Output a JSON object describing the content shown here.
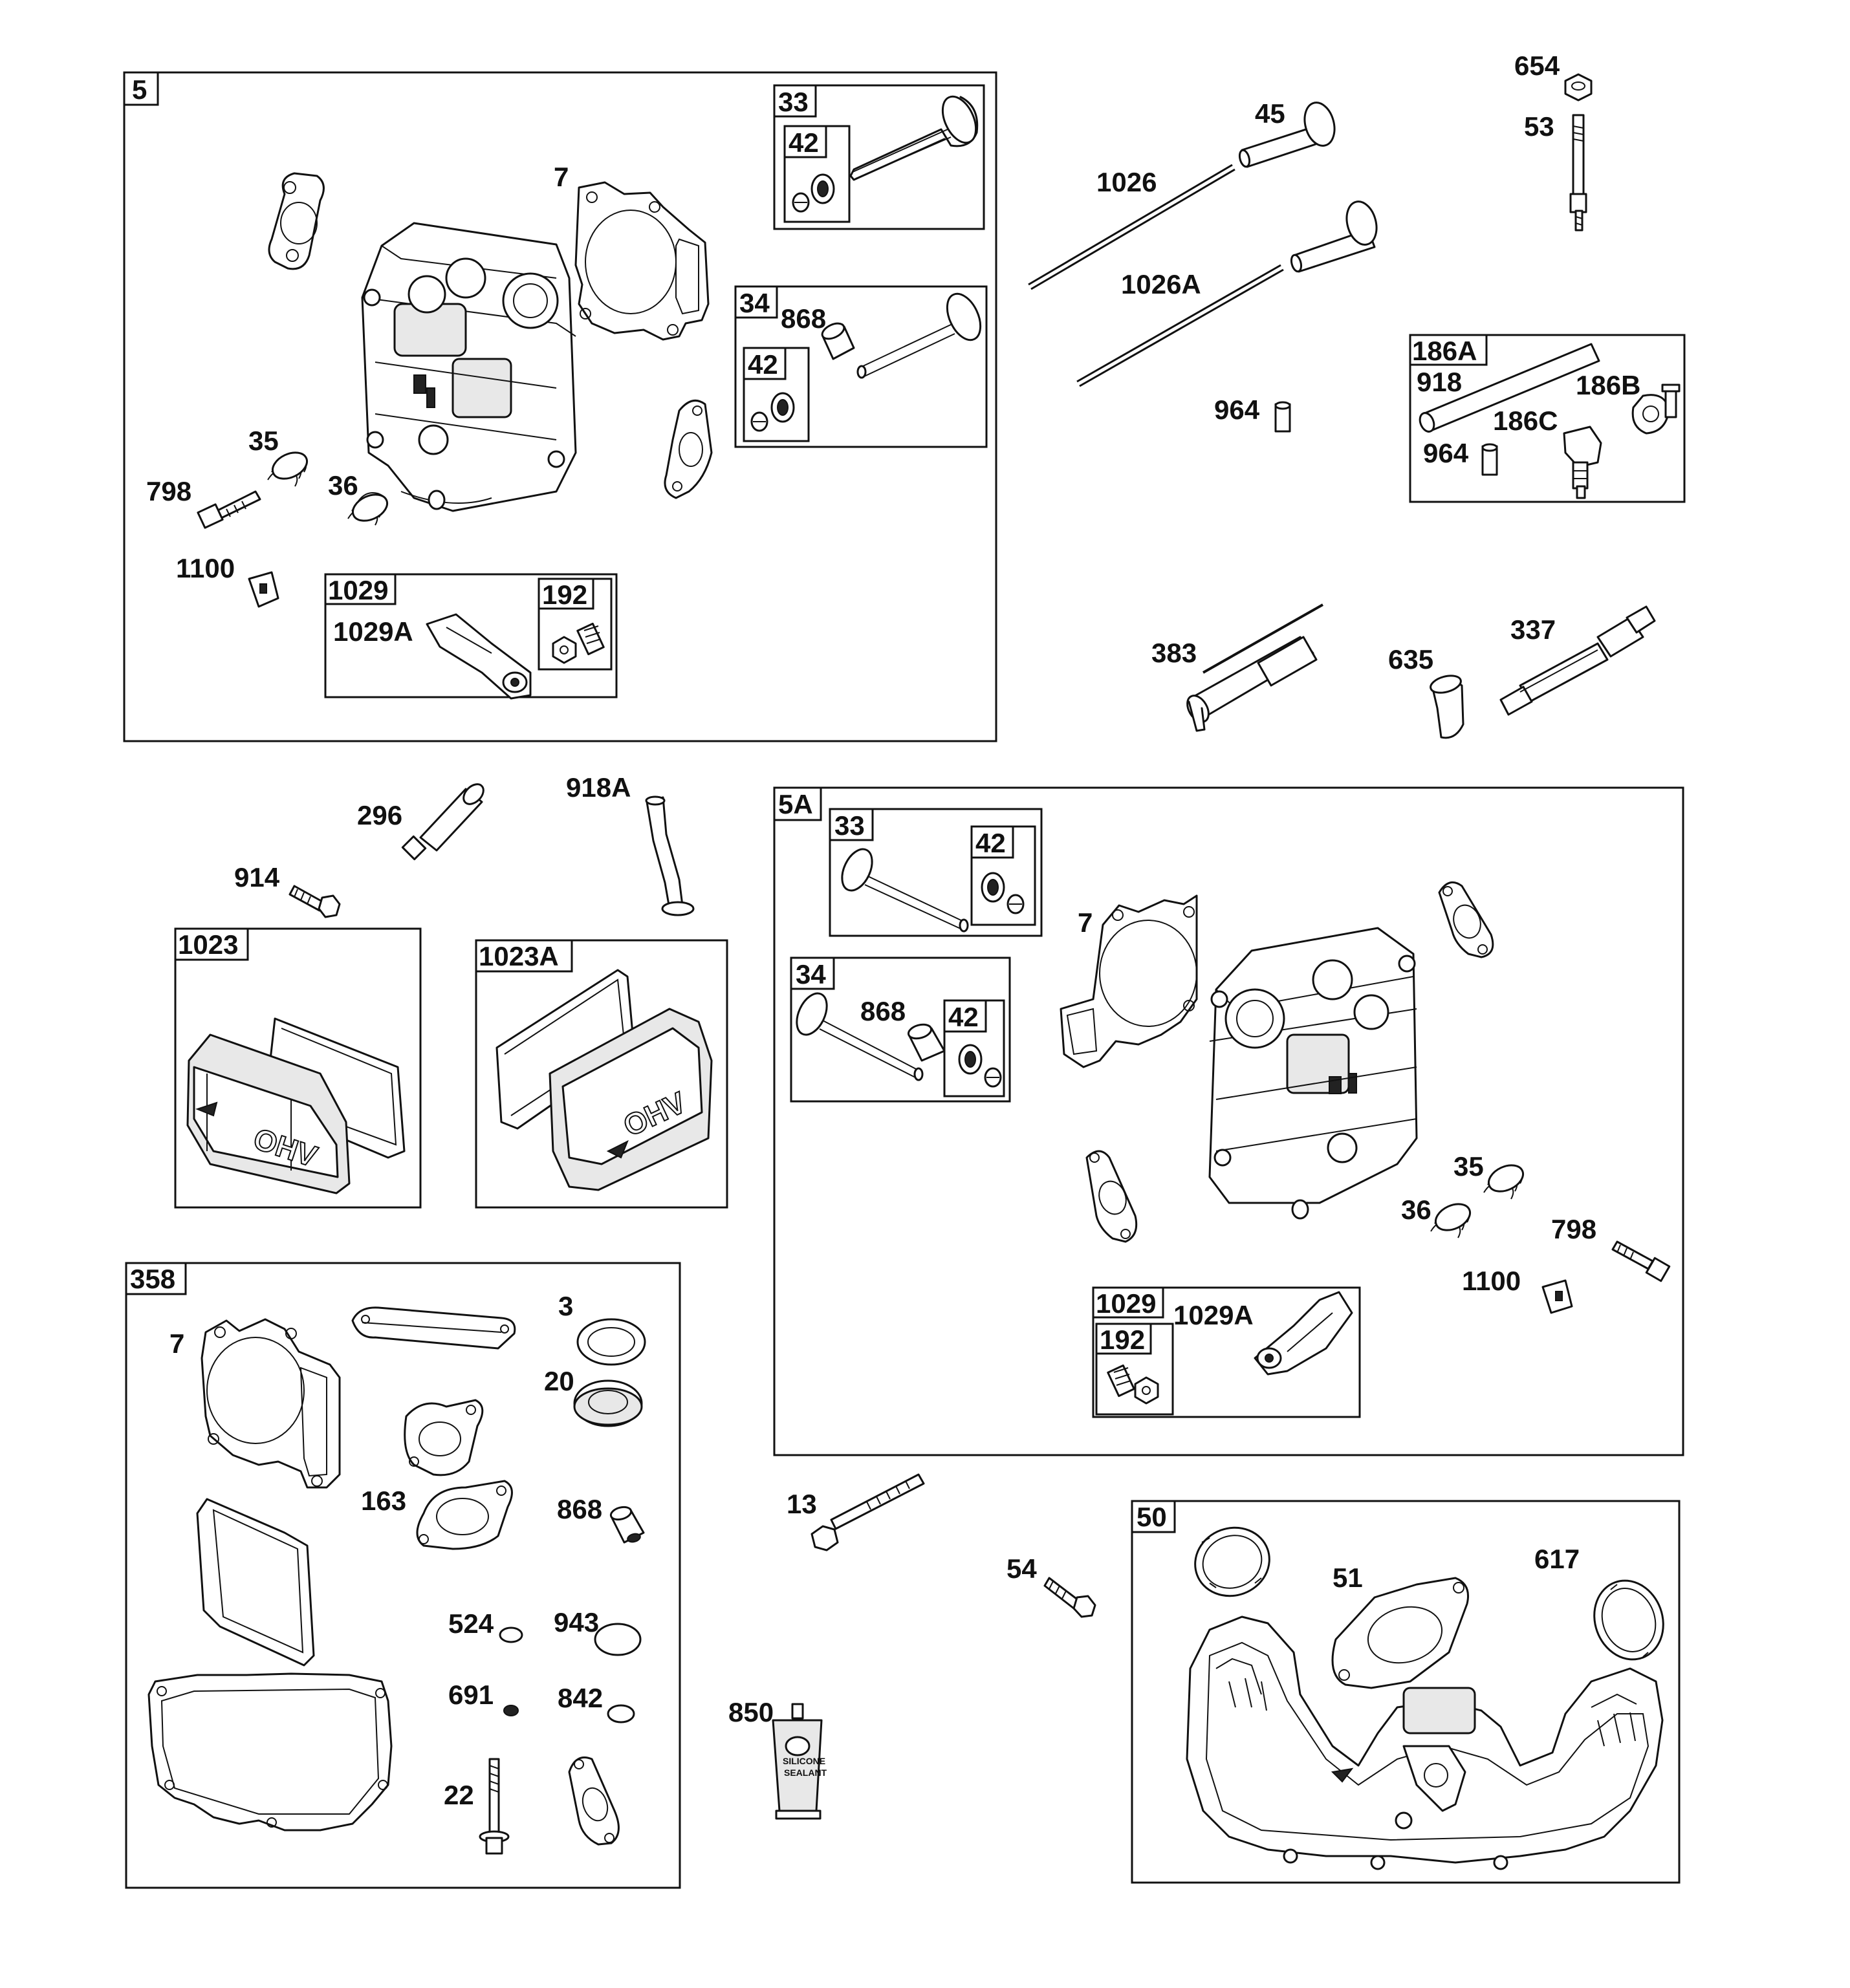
{
  "groups": [
    {
      "id": "5",
      "label": "5"
    },
    {
      "id": "33-top",
      "label": "33"
    },
    {
      "id": "42-a",
      "label": "42"
    },
    {
      "id": "34-top",
      "label": "34"
    },
    {
      "id": "42-b",
      "label": "42"
    },
    {
      "id": "1029-top",
      "label": "1029"
    },
    {
      "id": "192-top",
      "label": "192"
    },
    {
      "id": "186A",
      "label": "186A"
    },
    {
      "id": "5A",
      "label": "5A"
    },
    {
      "id": "33-mid",
      "label": "33"
    },
    {
      "id": "42-c",
      "label": "42"
    },
    {
      "id": "34-mid",
      "label": "34"
    },
    {
      "id": "42-d",
      "label": "42"
    },
    {
      "id": "1029-mid",
      "label": "1029"
    },
    {
      "id": "192-mid",
      "label": "192"
    },
    {
      "id": "1023",
      "label": "1023"
    },
    {
      "id": "1023A",
      "label": "1023A"
    },
    {
      "id": "358",
      "label": "358"
    },
    {
      "id": "50",
      "label": "50"
    }
  ],
  "callouts": {
    "p7a": "7",
    "p35a": "35",
    "p36a": "36",
    "p798a": "798",
    "p1100a": "1100",
    "p1029Aa": "1029A",
    "p868a": "868",
    "p654": "654",
    "p53": "53",
    "p45": "45",
    "p1026": "1026",
    "p1026A": "1026A",
    "p964a": "964",
    "p918": "918",
    "p186B": "186B",
    "p186C": "186C",
    "p964b": "964",
    "p383": "383",
    "p635": "635",
    "p337": "337",
    "p296": "296",
    "p918A": "918A",
    "p914": "914",
    "p7b": "7",
    "p868b": "868",
    "p35b": "35",
    "p36b": "36",
    "p798b": "798",
    "p1100b": "1100",
    "p1029Ab": "1029A",
    "p7c": "7",
    "p3": "3",
    "p20": "20",
    "p163": "163",
    "p868c": "868",
    "p524": "524",
    "p943": "943",
    "p691": "691",
    "p842": "842",
    "p22": "22",
    "p13": "13",
    "p54": "54",
    "p850": "850",
    "p51": "51",
    "p617": "617"
  },
  "cover_marks": {
    "ohv_a": "OHV",
    "ohv_b": "OHV"
  },
  "tube_text": {
    "line1": "SILICONE",
    "line2": "SEALANT"
  }
}
